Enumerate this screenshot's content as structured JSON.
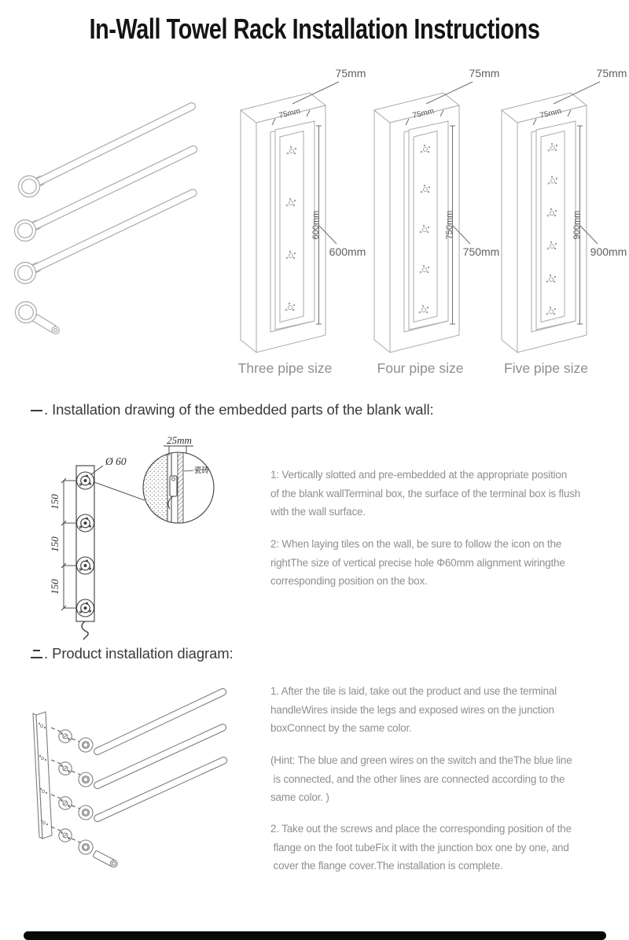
{
  "title": "In-Wall Towel Rack Installation Instructions",
  "size_diagrams": {
    "items": [
      {
        "top_width_label": "75mm",
        "box_width_label": "75mm",
        "height_inner_label": "600mm",
        "height_side_label": "600mm",
        "caption": "Three pipe size"
      },
      {
        "top_width_label": "75mm",
        "box_width_label": "75mm",
        "height_inner_label": "750mm",
        "height_side_label": "750mm",
        "caption": "Four pipe size"
      },
      {
        "top_width_label": "75mm",
        "box_width_label": "75mm",
        "height_inner_label": "900mm",
        "height_side_label": "900mm",
        "caption": "Five pipe size"
      }
    ]
  },
  "section_one": {
    "marker": "一",
    "heading": ". Installation drawing of the embedded parts of the blank wall:",
    "drawing": {
      "diameter_label": "Ø 60",
      "spacing_labels": [
        "150",
        "150",
        "150"
      ],
      "tile_thickness_label": "25mm",
      "tile_label": "瓷砖"
    },
    "paragraph_1": [
      "1: Vertically slotted and pre-embedded at the appropriate position",
      "of the blank wallTerminal box, the surface of the terminal box is flush",
      "with the wall surface."
    ],
    "paragraph_2": [
      "2: When laying tiles on the wall, be sure to follow the icon on the",
      "rightThe size of vertical precise hole Φ60mm alignment wiringthe",
      "corresponding position on the box."
    ]
  },
  "section_two": {
    "marker": "二",
    "heading": ". Product installation diagram:",
    "paragraph_1": [
      "1. After the tile is laid, take out the product and use the terminal",
      "handleWires inside the legs and exposed wires on the junction",
      "boxConnect by the same color."
    ],
    "paragraph_hint": [
      "(Hint: The blue and green wires on the switch and theThe blue line",
      " is connected, and the other lines are connected according to the",
      "same color. )"
    ],
    "paragraph_2": [
      "2. Take out the screws and place the corresponding position of the",
      " flange on the foot tubeFix it with the junction box one by one, and",
      " cover the flange cover.The installation is complete."
    ]
  }
}
